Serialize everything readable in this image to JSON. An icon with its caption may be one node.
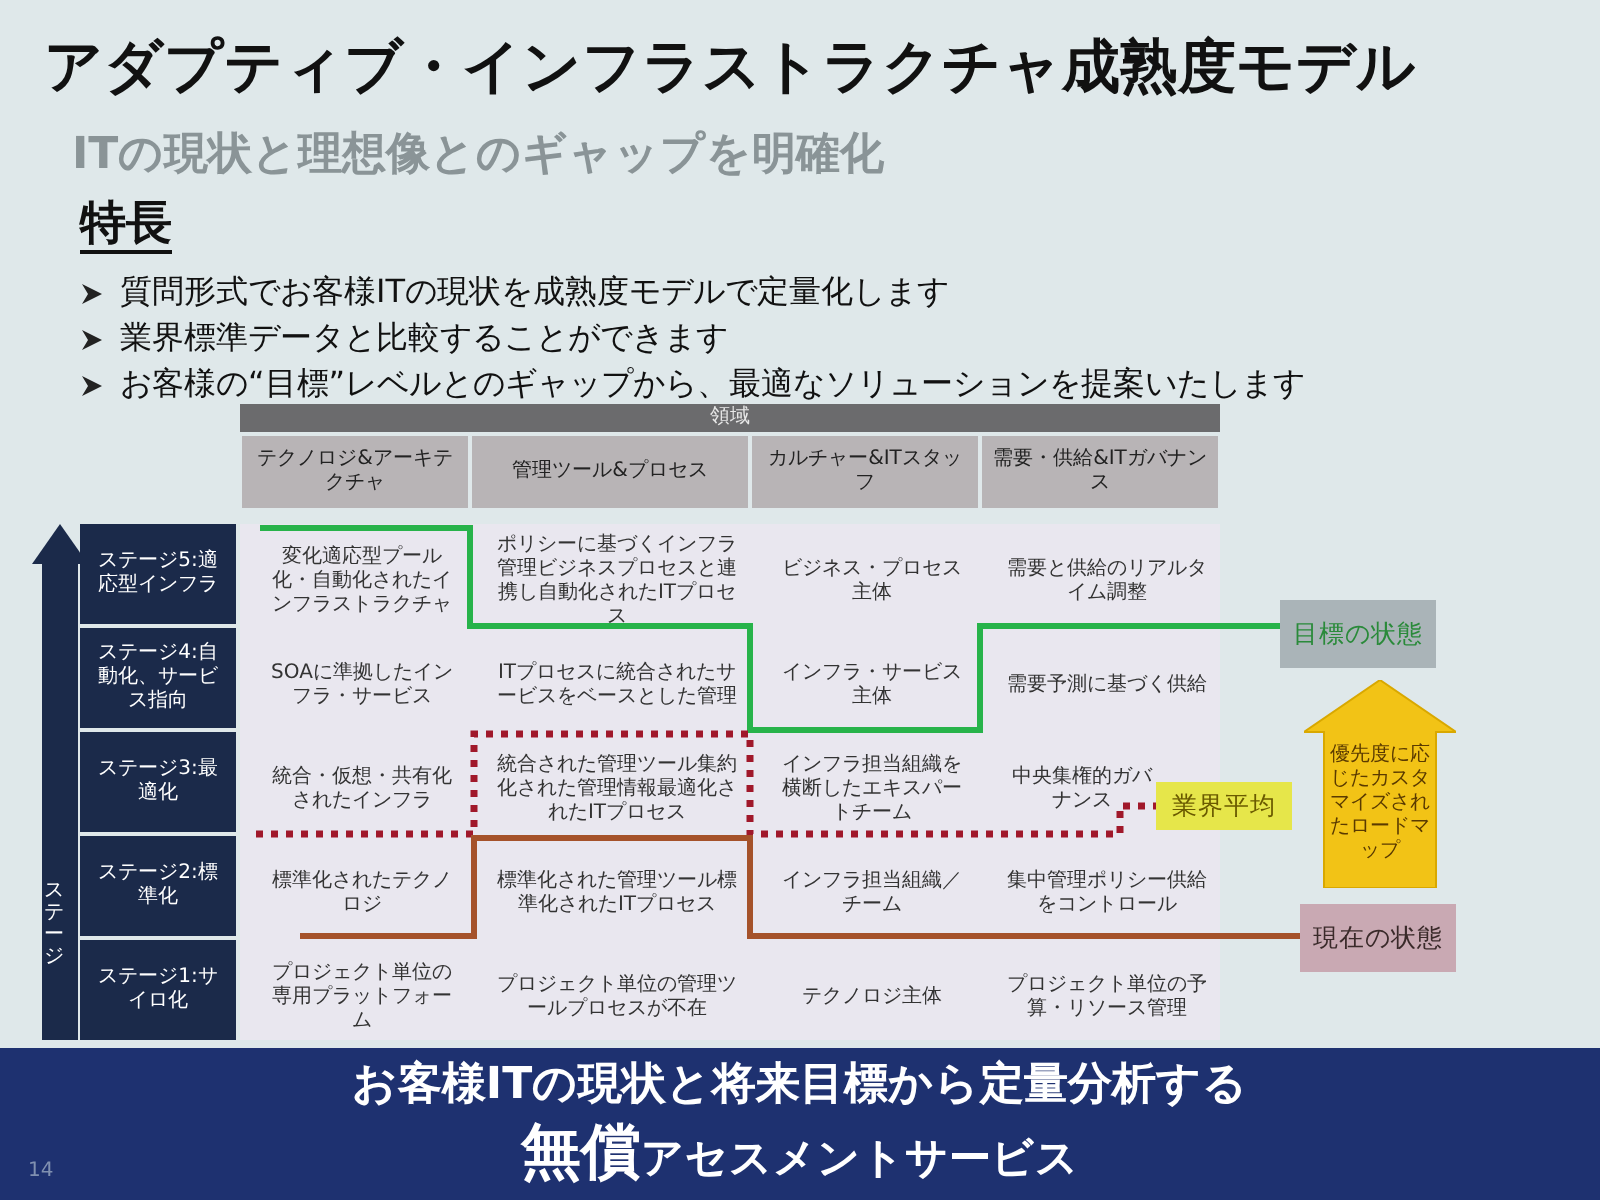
{
  "diagram": {
    "title": "アダプティブ・インフラストラクチャ成熟度モデル",
    "nodes": [
      {
        "text": [
          "目標の状態"
        ]
      },
      {
        "text": [
          "業界平均"
        ]
      },
      {
        "text": [
          "現在の状態"
        ]
      },
      {
        "text": [
          "優先度に応じたカスタマイズされたロードマップ"
        ]
      }
    ],
    "edges": [
      {
        "from": null,
        "to": 0,
        "arrow": "none",
        "color": "#27b34a"
      },
      {
        "from": null,
        "to": 1,
        "arrow": "none",
        "style": "dashed",
        "color": "#a0182a"
      },
      {
        "from": null,
        "to": 2,
        "arrow": "none",
        "color": "#a5522a"
      }
    ],
    "labels": [
      "ITの現状と理想像とのギャップを明確化",
      "特長",
      "質問形式でお客様ITの現状を成熟度モデルで定量化します",
      "業界標準データと比較することができます",
      "お客様の“目標”レベルとのギャップから、最適なソリューションを提案いたします",
      "領域",
      "テクノロジ&アーキテクチャ",
      "管理ツール&プロセス",
      "カルチャー&ITスタッフ",
      "需要・供給&ITガバナンス",
      "ステージ",
      "ステージ5:適応型インフラ",
      "変化適応型プール化・自動化されたインフラストラクチャ",
      "ポリシーに基づくインフラ管理ビジネスプロセスと連携し自動化されたITプロセス",
      "ビジネス・プロセス主体",
      "需要と供給のリアルタイム調整",
      "ステージ4:自動化、サービス指向",
      "SOAに準拠したインフラ・サービス",
      "ITプロセスに統合されたサービスをベースとした管理",
      "インフラ・サービス主体",
      "需要予測に基づく供給",
      "ステージ3:最適化",
      "統合・仮想・共有化されたインフラ",
      "統合された管理ツール集約化された管理情報最適化されたITプロセス",
      "インフラ担当組織を横断したエキスパートチーム",
      "中央集権的ガバナンス",
      "ステージ2:標準化",
      "標準化されたテクノロジ",
      "標準化された管理ツール標準化されたITプロセス",
      "インフラ担当組織／チーム",
      "集中管理ポリシー供給をコントロール",
      "ステージ1:サイロ化",
      "プロジェクト単位の専用プラットフォーム",
      "プロジェクト単位の管理ツールプロセスが不在",
      "テクノロジ主体",
      "プロジェクト単位の予算・リソース管理",
      "お客様ITの現状と将来目標から定量分析する",
      "無償",
      "アセスメントサービス",
      "14"
    ]
  }
}
